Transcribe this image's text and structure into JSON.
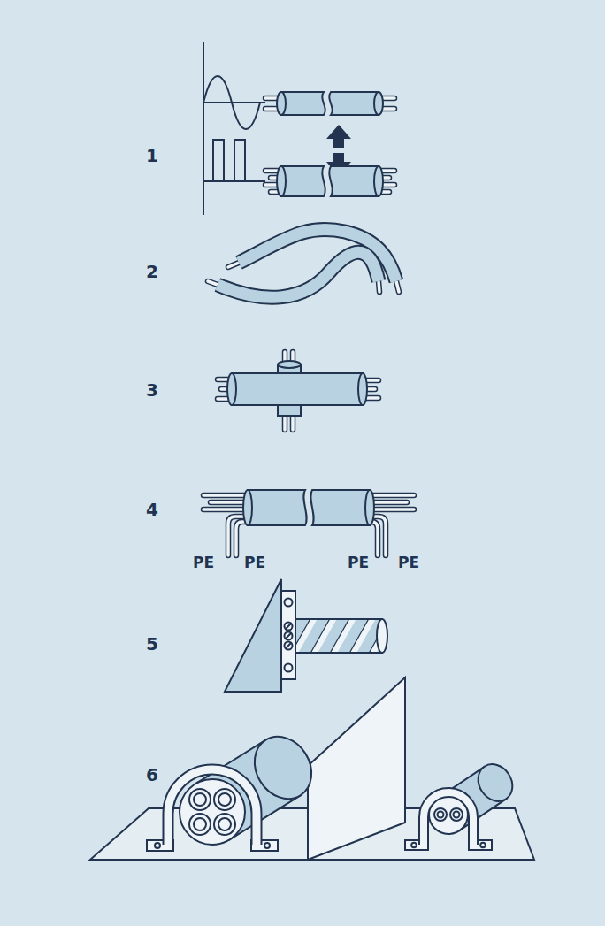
{
  "diagram": {
    "labels": [
      "1",
      "2",
      "3",
      "4",
      "PE",
      "PE",
      "PE",
      "PE",
      "5",
      "6"
    ]
  }
}
